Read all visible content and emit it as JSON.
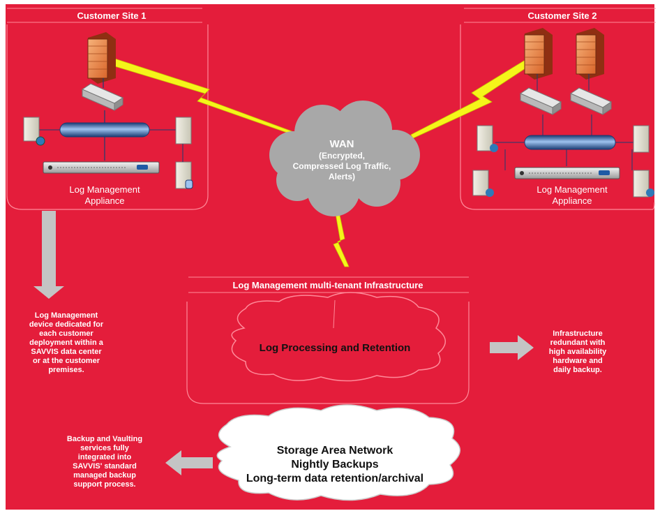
{
  "colors": {
    "background": "#e41d3b",
    "line": "#ff8a99",
    "lightning": "#f5f51a",
    "cloud": "#a8a8a8",
    "arrow": "#c4c4c4"
  },
  "sites": [
    {
      "title": "Customer Site 1",
      "appliance_label_line1": "Log Management",
      "appliance_label_line2": "Appliance"
    },
    {
      "title": "Customer Site 2",
      "appliance_label_line1": "Log Management",
      "appliance_label_line2": "Appliance"
    }
  ],
  "wan": {
    "title": "WAN",
    "line1": "(Encrypted,",
    "line2": "Compressed Log Traffic,",
    "line3": "Alerts)"
  },
  "infrastructure": {
    "title": "Log Management multi-tenant Infrastructure",
    "cloud_label": "Log Processing and Retention"
  },
  "notes": {
    "left": [
      "Log Management",
      "device dedicated for",
      "each customer",
      "deployment within a",
      "SAVVIS data center",
      "or at the customer",
      "premises."
    ],
    "right": [
      "Infrastructure",
      "redundant with",
      "high availability",
      "hardware and",
      "daily backup."
    ],
    "backup": [
      "Backup and Vaulting",
      "services fully",
      "integrated into",
      "SAVVIS' standard",
      "managed backup",
      "support process."
    ]
  },
  "storage": {
    "line1": "Storage Area Network",
    "line2": "Nightly Backups",
    "line3": "Long-term data retention/archival"
  },
  "icons": [
    "firewall-icon",
    "switch-icon",
    "server-icon",
    "database-server-icon",
    "network-bus-icon",
    "appliance-icon",
    "lightning-link-icon",
    "cloud-icon",
    "arrow-icon"
  ]
}
